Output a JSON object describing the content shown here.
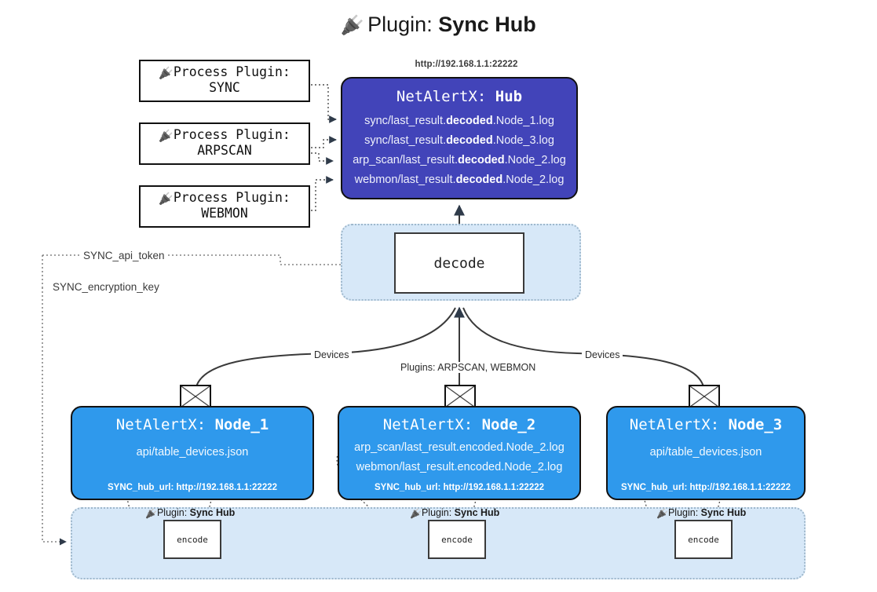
{
  "title": {
    "icon": "plug-icon",
    "prefix": "Plugin: ",
    "name": "Sync Hub"
  },
  "process_plugins": [
    {
      "header": "Process Plugin:",
      "name": "SYNC"
    },
    {
      "header": "Process Plugin:",
      "name": "ARPSCAN"
    },
    {
      "header": "Process Plugin:",
      "name": "WEBMON"
    }
  ],
  "hub": {
    "url": "http://192.168.1.1:22222",
    "title_prefix": "NetAlertX: ",
    "title_name": "Hub",
    "logs": [
      {
        "pre": "sync/last_result.",
        "em": "decoded",
        "post": ".Node_1.log"
      },
      {
        "pre": "sync/last_result.",
        "em": "decoded",
        "post": ".Node_3.log"
      },
      {
        "pre": "arp_scan/last_result.",
        "em": "decoded",
        "post": ".Node_2.log"
      },
      {
        "pre": "webmon/last_result.",
        "em": "decoded",
        "post": ".Node_2.log"
      }
    ]
  },
  "decode": {
    "label": "decode"
  },
  "keys": {
    "api_token": "SYNC_api_token",
    "encryption_key": "SYNC_encryption_key"
  },
  "edge_labels": {
    "devices_left": "Devices",
    "devices_right": "Devices",
    "plugins_mid": "Plugins: ARPSCAN, WEBMON"
  },
  "nodes": [
    {
      "title_prefix": "NetAlertX: ",
      "title_name": "Node_1",
      "lines": [
        "api/table_devices.json"
      ],
      "hub_url": "SYNC_hub_url: http://192.168.1.1:22222"
    },
    {
      "title_prefix": "NetAlertX: ",
      "title_name": "Node_2",
      "lines": [
        "arp_scan/last_result.encoded.Node_2.log",
        "webmon/last_result.encoded.Node_2.log"
      ],
      "hub_url": "SYNC_hub_url: http://192.168.1.1:22222"
    },
    {
      "title_prefix": "NetAlertX: ",
      "title_name": "Node_3",
      "lines": [
        "api/table_devices.json"
      ],
      "hub_url": "SYNC_hub_url: http://192.168.1.1:22222"
    }
  ],
  "encoders": [
    {
      "label_prefix": "Plugin: ",
      "label_name": "Sync Hub",
      "box": "encode"
    },
    {
      "label_prefix": "Plugin: ",
      "label_name": "Sync Hub",
      "box": "encode"
    },
    {
      "label_prefix": "Plugin: ",
      "label_name": "Sync Hub",
      "box": "encode"
    }
  ],
  "colors": {
    "hub_fill": "#4244b9",
    "node_fill": "#2f99ec",
    "container_fill": "#d7e8f8",
    "stroke": "#111111"
  }
}
